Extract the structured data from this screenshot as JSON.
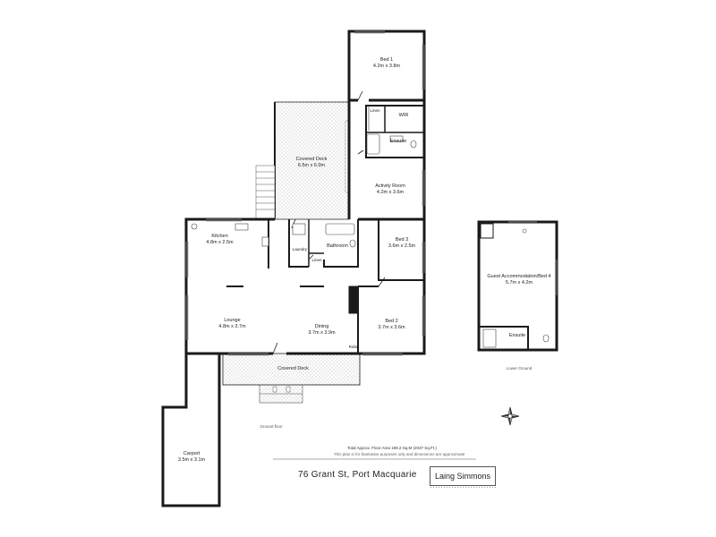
{
  "rooms": {
    "bed1": {
      "name": "Bed 1",
      "dims": "4.2m x 3.8m"
    },
    "wir": {
      "name": "WIR"
    },
    "ensuite_main": {
      "name": "Ensuite"
    },
    "linen_upper": {
      "name": "Linen"
    },
    "covered_deck": {
      "name": "Covered Deck",
      "dims": "6.5m x 6.0m"
    },
    "activity_room": {
      "name": "Activity Room",
      "dims": "4.2m x 3.6m"
    },
    "kitchen": {
      "name": "Kitchen",
      "dims": "4.8m x 2.5m"
    },
    "laundry": {
      "name": "Laundry"
    },
    "bathroom": {
      "name": "Bathroom"
    },
    "linen_lower": {
      "name": "Linen"
    },
    "bed3": {
      "name": "Bed 3",
      "dims": "3.6m x 2.5m"
    },
    "lounge": {
      "name": "Lounge",
      "dims": "4.8m x 3.7m"
    },
    "dining": {
      "name": "Dining",
      "dims": "3.7m x 3.9m"
    },
    "bed2": {
      "name": "Bed 2",
      "dims": "3.7m x 3.6m"
    },
    "robe": {
      "name": "Robe"
    },
    "covered_deck_front": {
      "name": "Covered Deck"
    },
    "carport": {
      "name": "Carport",
      "dims": "3.5m x 3.1m"
    },
    "guest_bed4": {
      "name": "Guest Accommodation/Bed 4",
      "dims": "5.7m x 4.2m"
    },
    "ensuite_guest": {
      "name": "Ensuite"
    }
  },
  "level_labels": {
    "ground_floor": "Ground floor",
    "lower_ground": "Lower Ground"
  },
  "footer": {
    "total_area": "Total Approx. Floor Area 189.2 Sq.M (2037 Sq.Ft.)",
    "disclaimer": "This plan is for illustrative purposes only and dimensions are approximate",
    "address": "76 Grant St, Port Macquarie",
    "brand": "Laing Simmons"
  },
  "colors": {
    "wall": "#1a1a1a",
    "window": "#9a9a9a",
    "deck_dots": "#8a8a8a"
  },
  "icons": {
    "compass": "north-arrow-compass-icon"
  }
}
